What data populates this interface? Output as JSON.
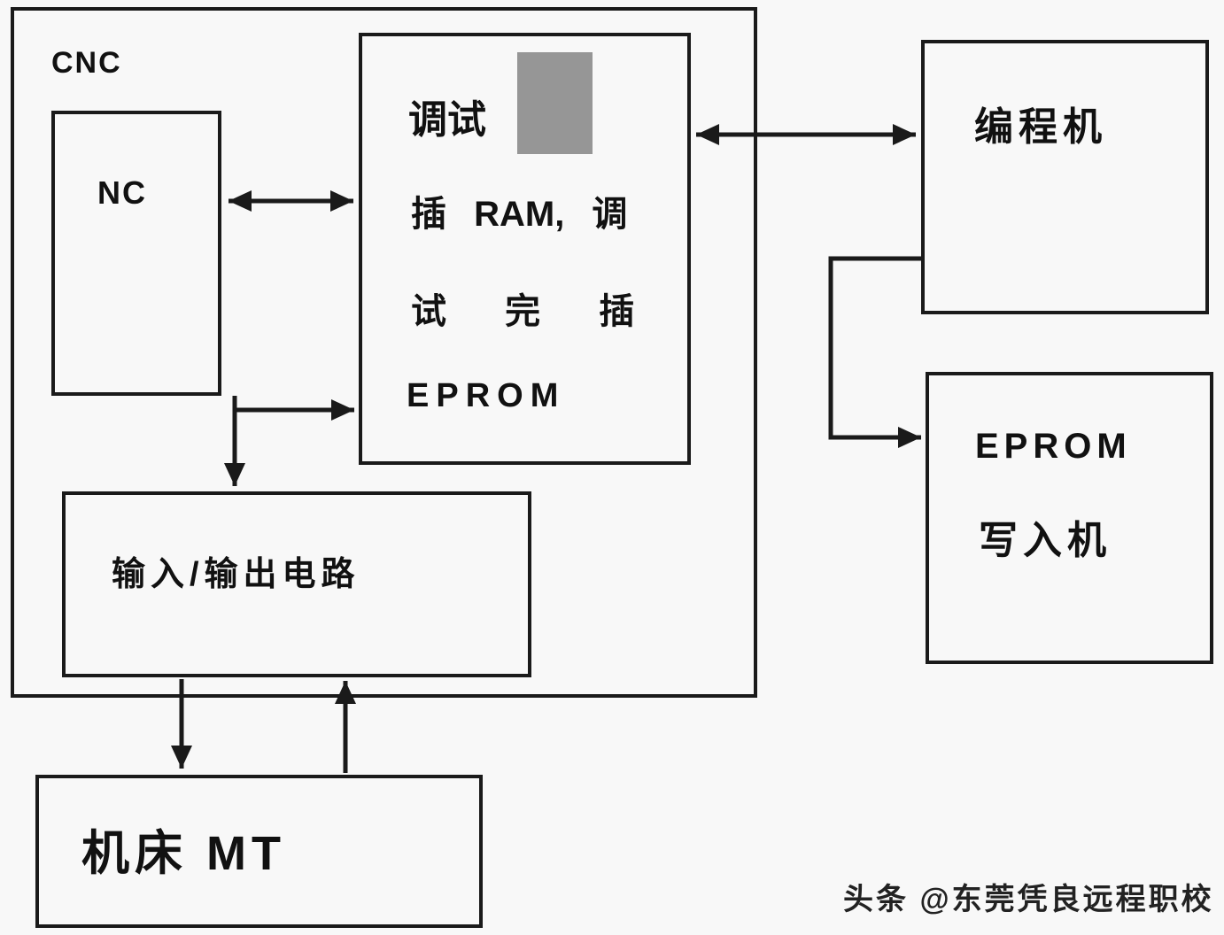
{
  "colors": {
    "background": "#f8f8f8",
    "border": "#1a1a1a",
    "chip_fill": "#969696",
    "text": "#111111"
  },
  "diagram": {
    "cnc_label": "CNC",
    "nc_label": "NC",
    "memory_box": {
      "line1": "调试",
      "line2": "插 RAM, 调",
      "line3": "试 完 插",
      "line4": "EPROM"
    },
    "io_label": "输入/输出电路",
    "mt_label": "机床 MT",
    "programmer_label": "编程机",
    "eprom_writer": {
      "line1": "EPROM",
      "line2": "写入机"
    }
  },
  "watermark": {
    "text": "头条 @东莞凭良远程职校"
  }
}
